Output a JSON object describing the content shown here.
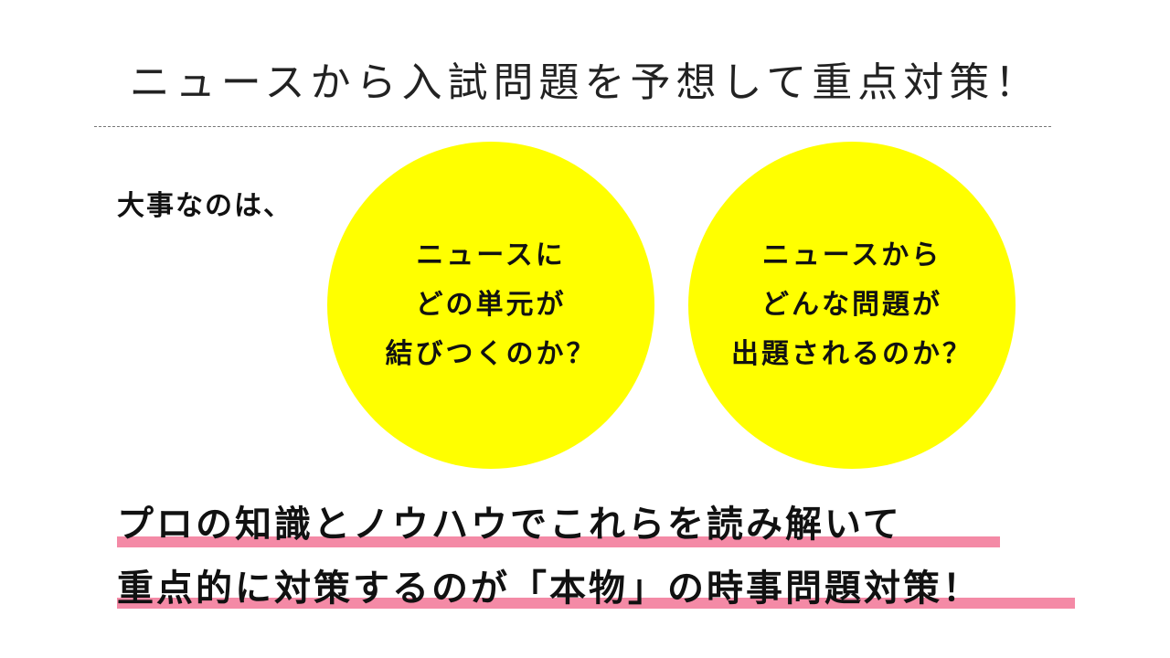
{
  "title": "ニュースから入試問題を予想して重点対策！",
  "lead": "大事なのは、",
  "circles": [
    {
      "lines": [
        "ニュースに",
        "どの単元が",
        "結びつくのか？"
      ]
    },
    {
      "lines": [
        "ニュースから",
        "どんな問題が",
        "出題されるのか？"
      ]
    }
  ],
  "closing": [
    "プロの知識とノウハウでこれらを読み解いて",
    "重点的に対策するのが「本物」の時事問題対策！"
  ],
  "colors": {
    "circle_fill": "#ffff00",
    "highlight": "#f48aa6",
    "text": "#111111"
  }
}
